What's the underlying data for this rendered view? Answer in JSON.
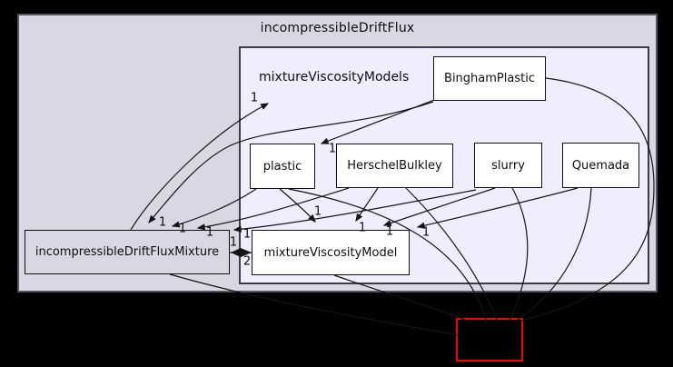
{
  "graph": {
    "clusters": {
      "outer": {
        "label": "incompressibleDriftFlux"
      },
      "inner": {
        "label": "mixtureViscosityModels"
      }
    },
    "nodes": {
      "binghamPlastic": {
        "label": "BinghamPlastic"
      },
      "plastic": {
        "label": "plastic"
      },
      "herschelBulkley": {
        "label": "HerschelBulkley"
      },
      "slurry": {
        "label": "slurry"
      },
      "quemada": {
        "label": "Quemada"
      },
      "mixtureViscosityModel": {
        "label": "mixtureViscosityModel"
      },
      "incompressibleDriftFluxMixture": {
        "label": "incompressibleDriftFluxMixture"
      },
      "truncatedExternal": {
        "label": ""
      }
    },
    "edge_labels": [
      {
        "text": "1"
      },
      {
        "text": "1"
      },
      {
        "text": "1"
      },
      {
        "text": "1"
      },
      {
        "text": "1"
      },
      {
        "text": "1"
      },
      {
        "text": "1"
      },
      {
        "text": "1"
      },
      {
        "text": "1"
      },
      {
        "text": "1"
      },
      {
        "text": "1"
      },
      {
        "text": "2"
      }
    ],
    "colors": {
      "background": "#000000",
      "outer_cluster_fill": "#d8d8e5",
      "inner_cluster_fill": "#eeeeff",
      "node_fill": "#ffffff",
      "current_dir_fill": "#d8d8e5",
      "node_border": "#101010",
      "edge": "#141414",
      "truncated_border": "#ff0000"
    }
  }
}
